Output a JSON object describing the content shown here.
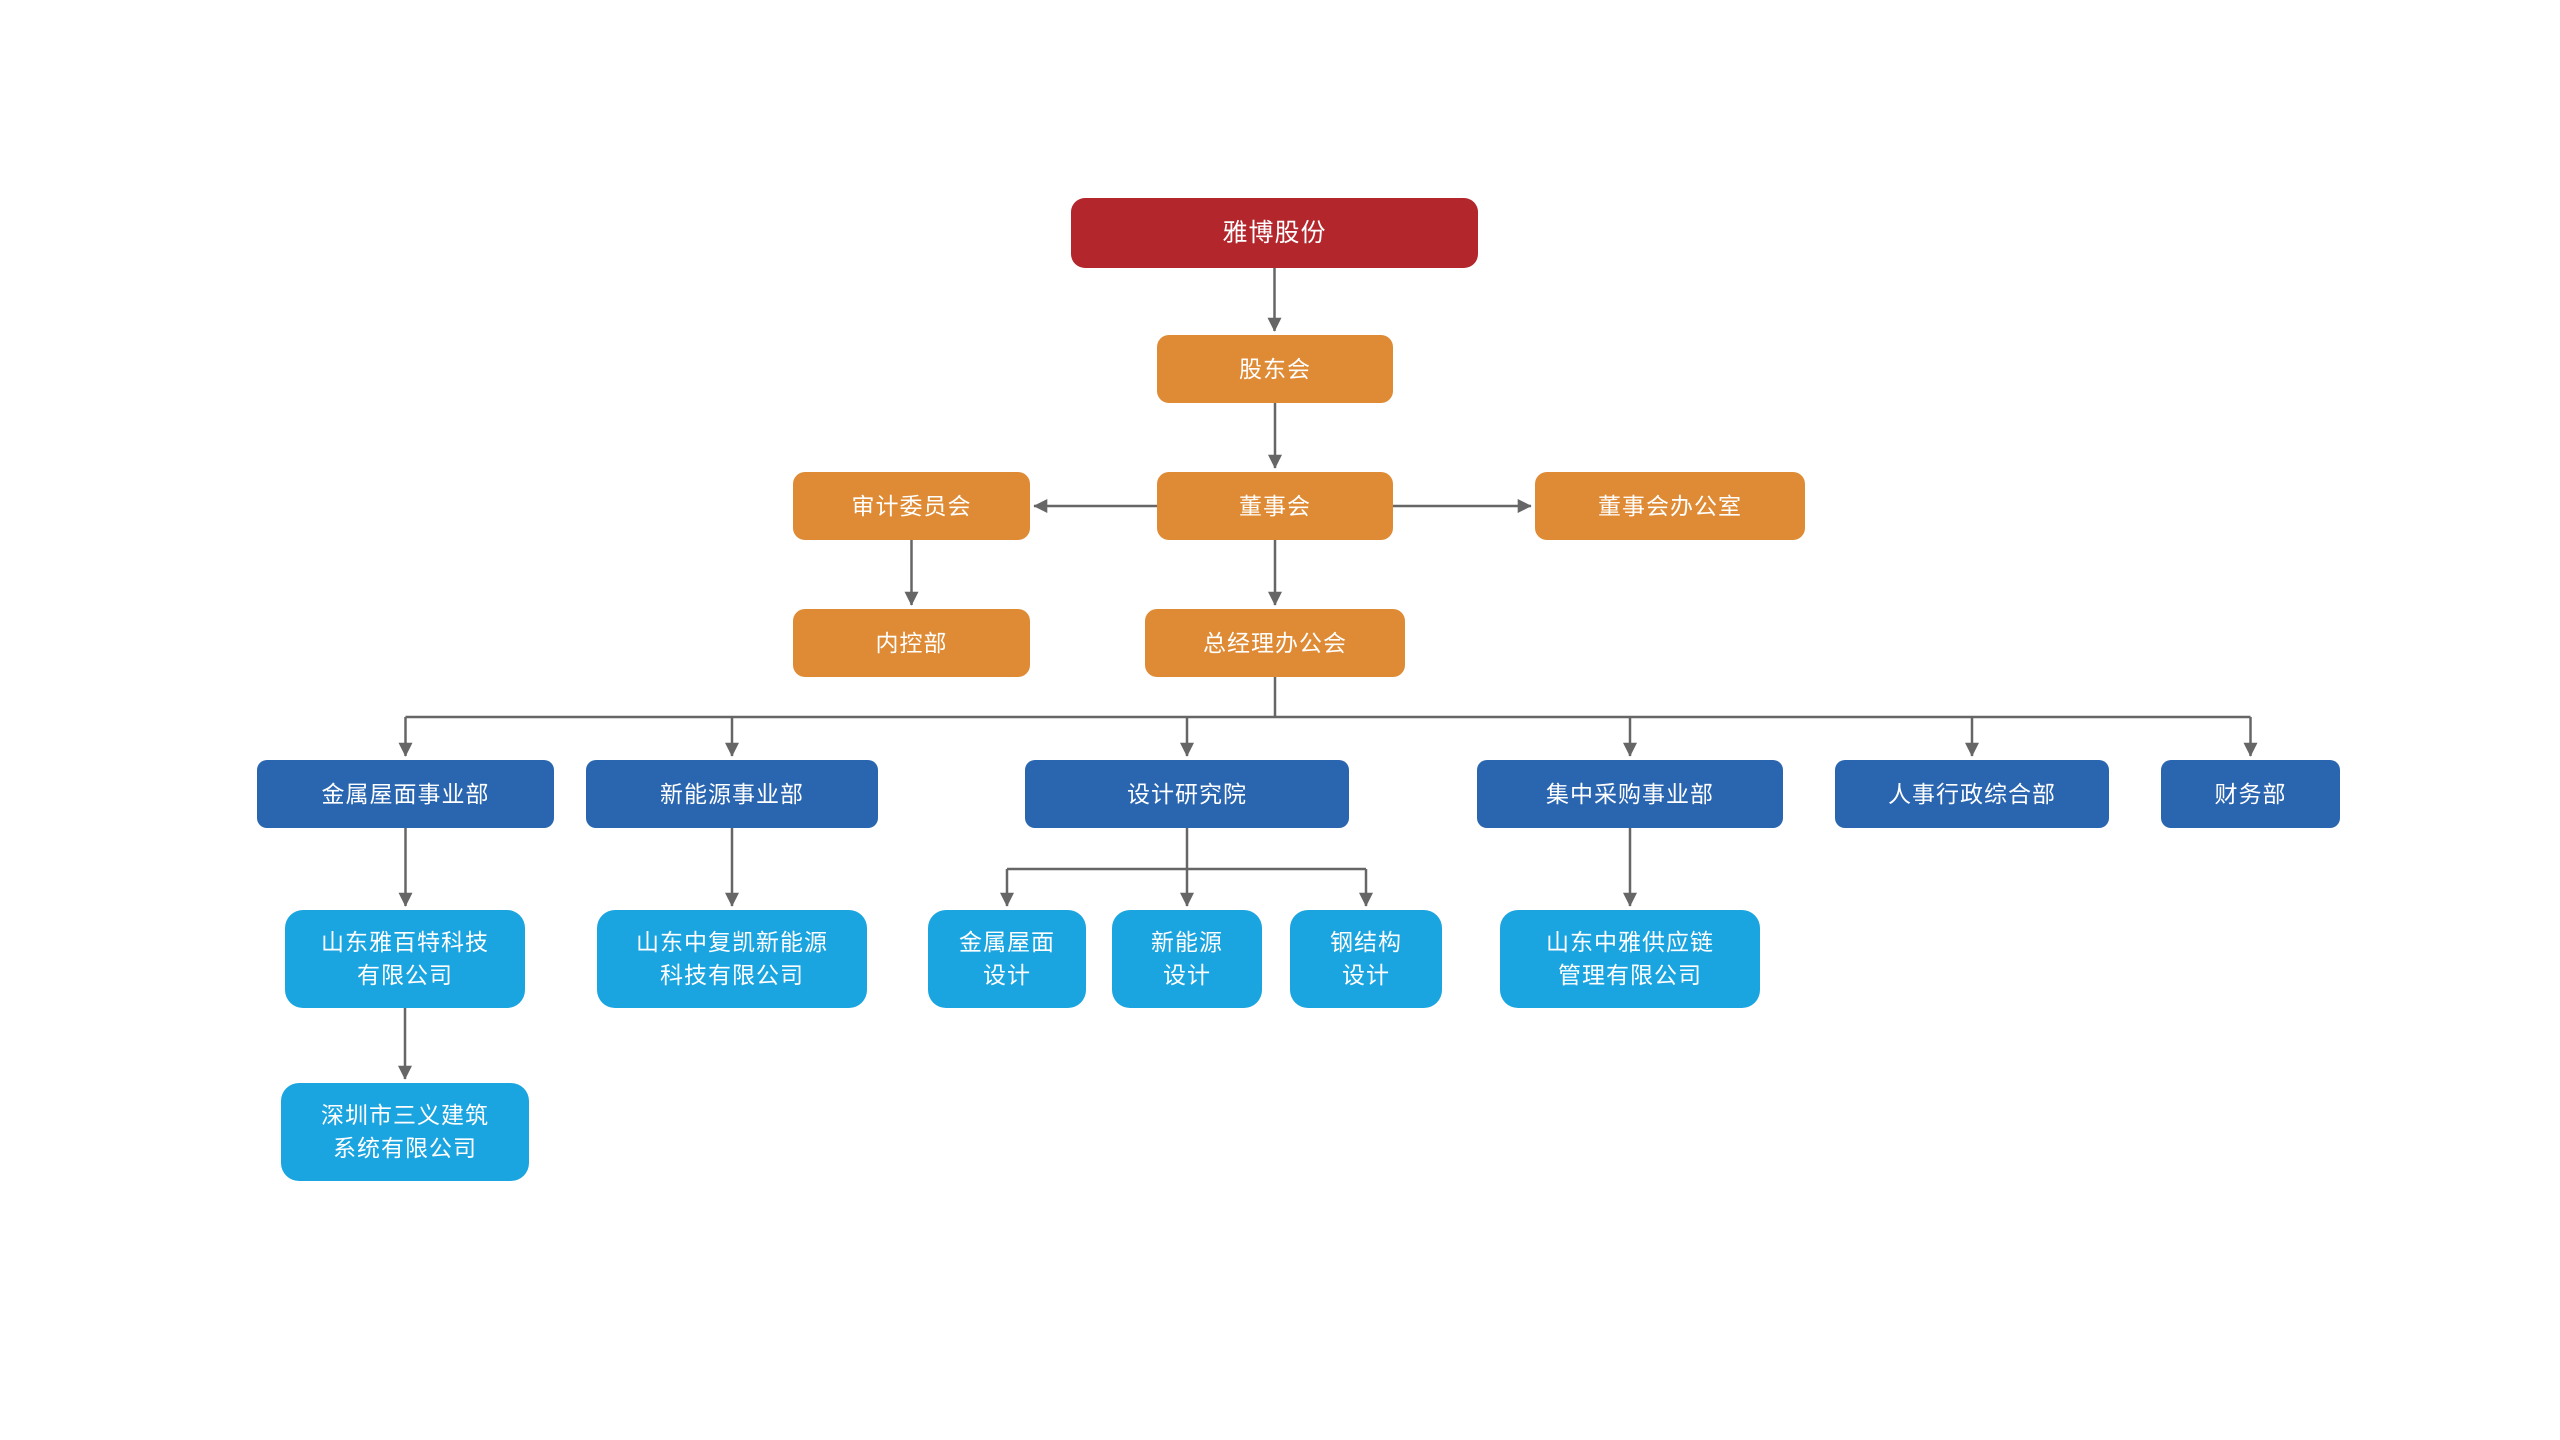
{
  "diagram": {
    "type": "org-chart",
    "company": "雅博股份"
  },
  "colors": {
    "root_box": "#B2262C",
    "governance_box": "#DF8B35",
    "department_box": "#2A65B0",
    "subsidiary_box": "#1BA5E0",
    "connector": "#666666",
    "text": "#ffffff",
    "background": "#ffffff"
  },
  "nodes": {
    "root": {
      "label": "雅博股份"
    },
    "shareholders": {
      "label": "股东会"
    },
    "audit": {
      "label": "审计委员会"
    },
    "board": {
      "label": "董事会"
    },
    "board_office": {
      "label": "董事会办公室"
    },
    "internal_control": {
      "label": "内控部"
    },
    "gm_office": {
      "label": "总经理办公会"
    },
    "metal_roof_div": {
      "label": "金属屋面事业部"
    },
    "new_energy_div": {
      "label": "新能源事业部"
    },
    "design_institute": {
      "label": "设计研究院"
    },
    "procurement_div": {
      "label": "集中采购事业部"
    },
    "hr_admin": {
      "label": "人事行政综合部"
    },
    "finance": {
      "label": "财务部"
    },
    "yabaite": {
      "label": "山东雅百特科技\n有限公司"
    },
    "zhongfukai": {
      "label": "山东中复凯新能源\n科技有限公司"
    },
    "metal_roof_design": {
      "label": "金属屋面\n设计"
    },
    "new_energy_design": {
      "label": "新能源\n设计"
    },
    "steel_design": {
      "label": "钢结构\n设计"
    },
    "zhongya": {
      "label": "山东中雅供应链\n管理有限公司"
    },
    "sanyi": {
      "label": "深圳市三义建筑\n系统有限公司"
    }
  },
  "edges": [
    {
      "from": "root",
      "to": "shareholders",
      "arrow": true
    },
    {
      "from": "shareholders",
      "to": "board",
      "arrow": true
    },
    {
      "from": "board",
      "to": "audit",
      "arrow": true
    },
    {
      "from": "board",
      "to": "board_office",
      "arrow": true
    },
    {
      "from": "board",
      "to": "gm_office",
      "arrow": true
    },
    {
      "from": "audit",
      "to": "internal_control",
      "arrow": true
    },
    {
      "from": "gm_office",
      "to": "metal_roof_div",
      "arrow": true
    },
    {
      "from": "gm_office",
      "to": "new_energy_div",
      "arrow": true
    },
    {
      "from": "gm_office",
      "to": "design_institute",
      "arrow": true
    },
    {
      "from": "gm_office",
      "to": "procurement_div",
      "arrow": true
    },
    {
      "from": "gm_office",
      "to": "hr_admin",
      "arrow": true
    },
    {
      "from": "gm_office",
      "to": "finance",
      "arrow": true
    },
    {
      "from": "metal_roof_div",
      "to": "yabaite",
      "arrow": true
    },
    {
      "from": "new_energy_div",
      "to": "zhongfukai",
      "arrow": true
    },
    {
      "from": "design_institute",
      "to": "metal_roof_design",
      "arrow": true
    },
    {
      "from": "design_institute",
      "to": "new_energy_design",
      "arrow": true
    },
    {
      "from": "design_institute",
      "to": "steel_design",
      "arrow": true
    },
    {
      "from": "procurement_div",
      "to": "zhongya",
      "arrow": true
    },
    {
      "from": "yabaite",
      "to": "sanyi",
      "arrow": true
    }
  ]
}
